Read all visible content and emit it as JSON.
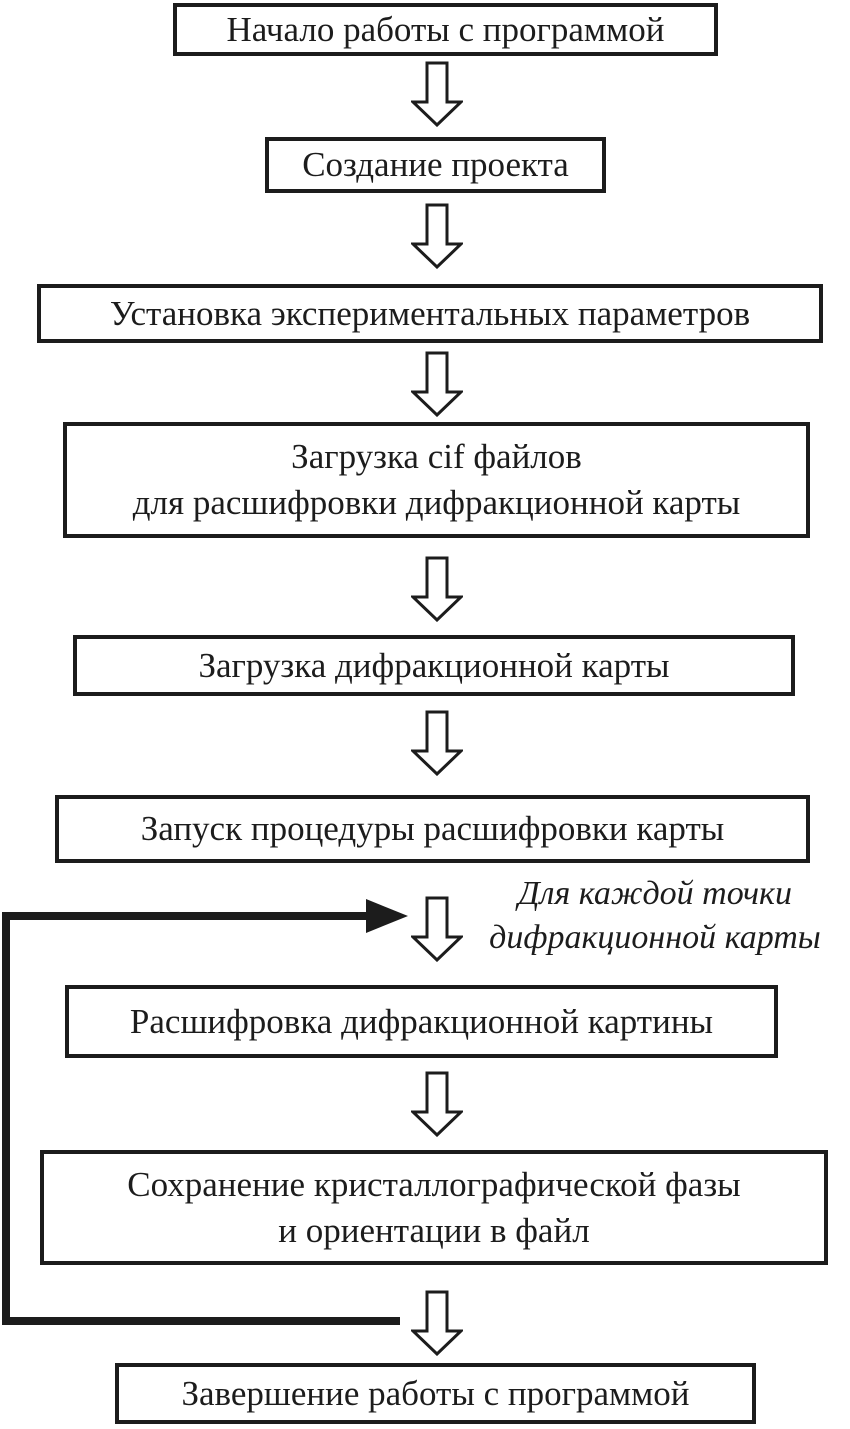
{
  "diagram": {
    "type": "flowchart",
    "language": "ru",
    "ink_color": "#1c1c1c",
    "background_color": "#ffffff",
    "nodes": [
      {
        "id": "start",
        "label": "Начало работы с программой"
      },
      {
        "id": "create-project",
        "label": "Создание проекта"
      },
      {
        "id": "set-parameters",
        "label": "Установка экспериментальных параметров"
      },
      {
        "id": "load-cif-files",
        "label": "Загрузка cif файлов\nдля расшифровки дифракционной карты"
      },
      {
        "id": "load-map",
        "label": "Загрузка дифракционной карты"
      },
      {
        "id": "run-procedure",
        "label": "Запуск процедуры расшифровки карты"
      },
      {
        "id": "decode-pattern",
        "label": "Расшифровка дифракционной картины"
      },
      {
        "id": "save-phase",
        "label": "Сохранение кристаллографической фазы\nи ориентации в файл"
      },
      {
        "id": "finish",
        "label": "Завершение работы с программой"
      }
    ],
    "loop_annotation": "Для каждой точки\nдифракционной карты"
  }
}
